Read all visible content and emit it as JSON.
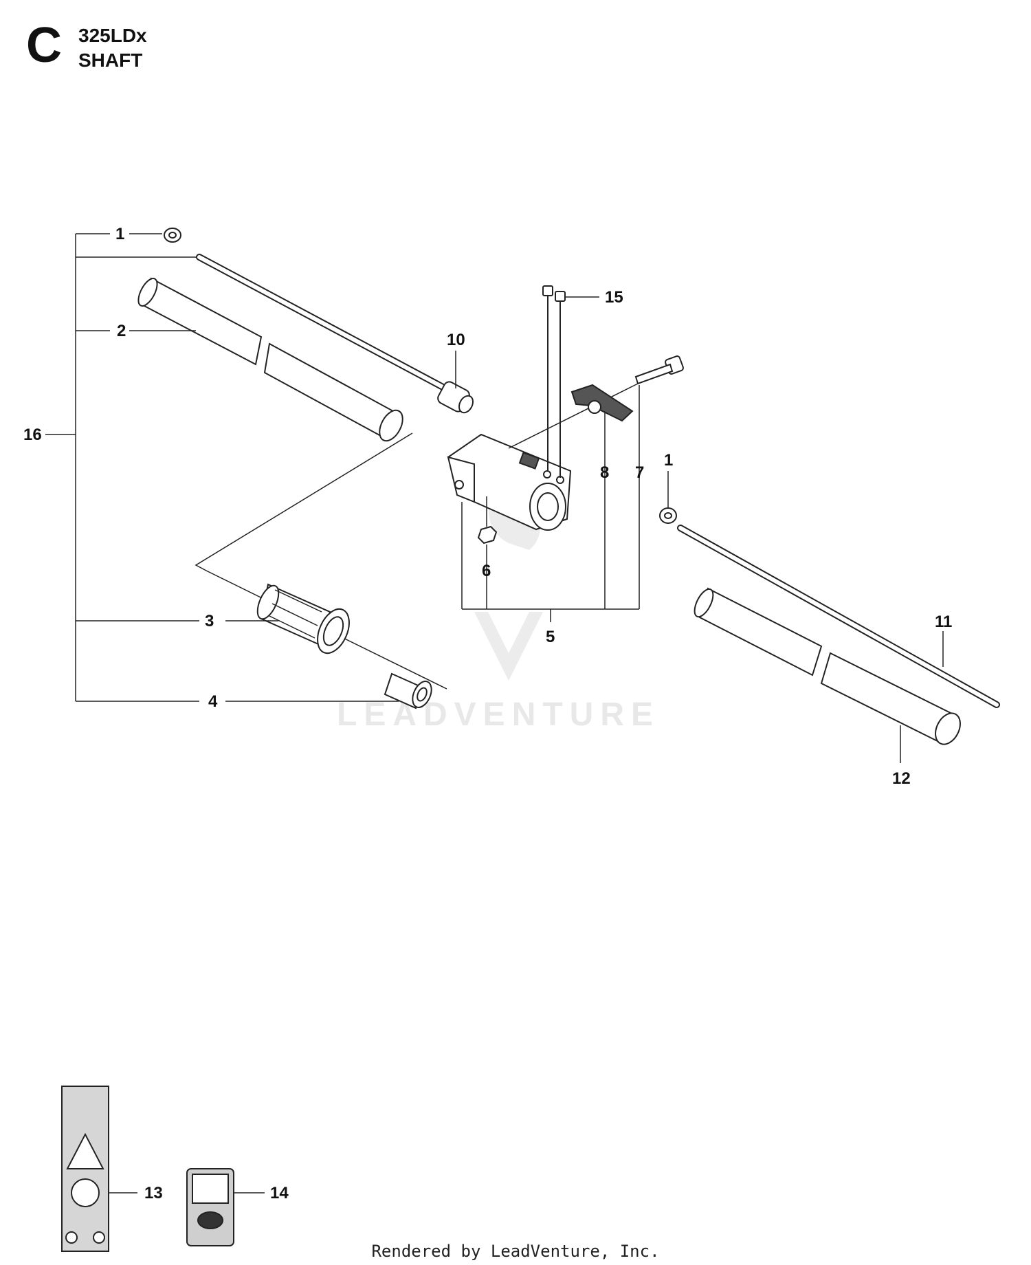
{
  "header": {
    "section_letter": "C",
    "model": "325LDx",
    "section_name": "SHAFT"
  },
  "watermark": {
    "text": "LEADVENTURE"
  },
  "footer": {
    "text": "Rendered by LeadVenture, Inc."
  },
  "callouts": {
    "c1a": "1",
    "c1b": "1",
    "c2": "2",
    "c3": "3",
    "c4": "4",
    "c5": "5",
    "c6": "6",
    "c7": "7",
    "c8": "8",
    "c10": "10",
    "c11": "11",
    "c12": "12",
    "c13": "13",
    "c14": "14",
    "c15": "15",
    "c16": "16"
  }
}
